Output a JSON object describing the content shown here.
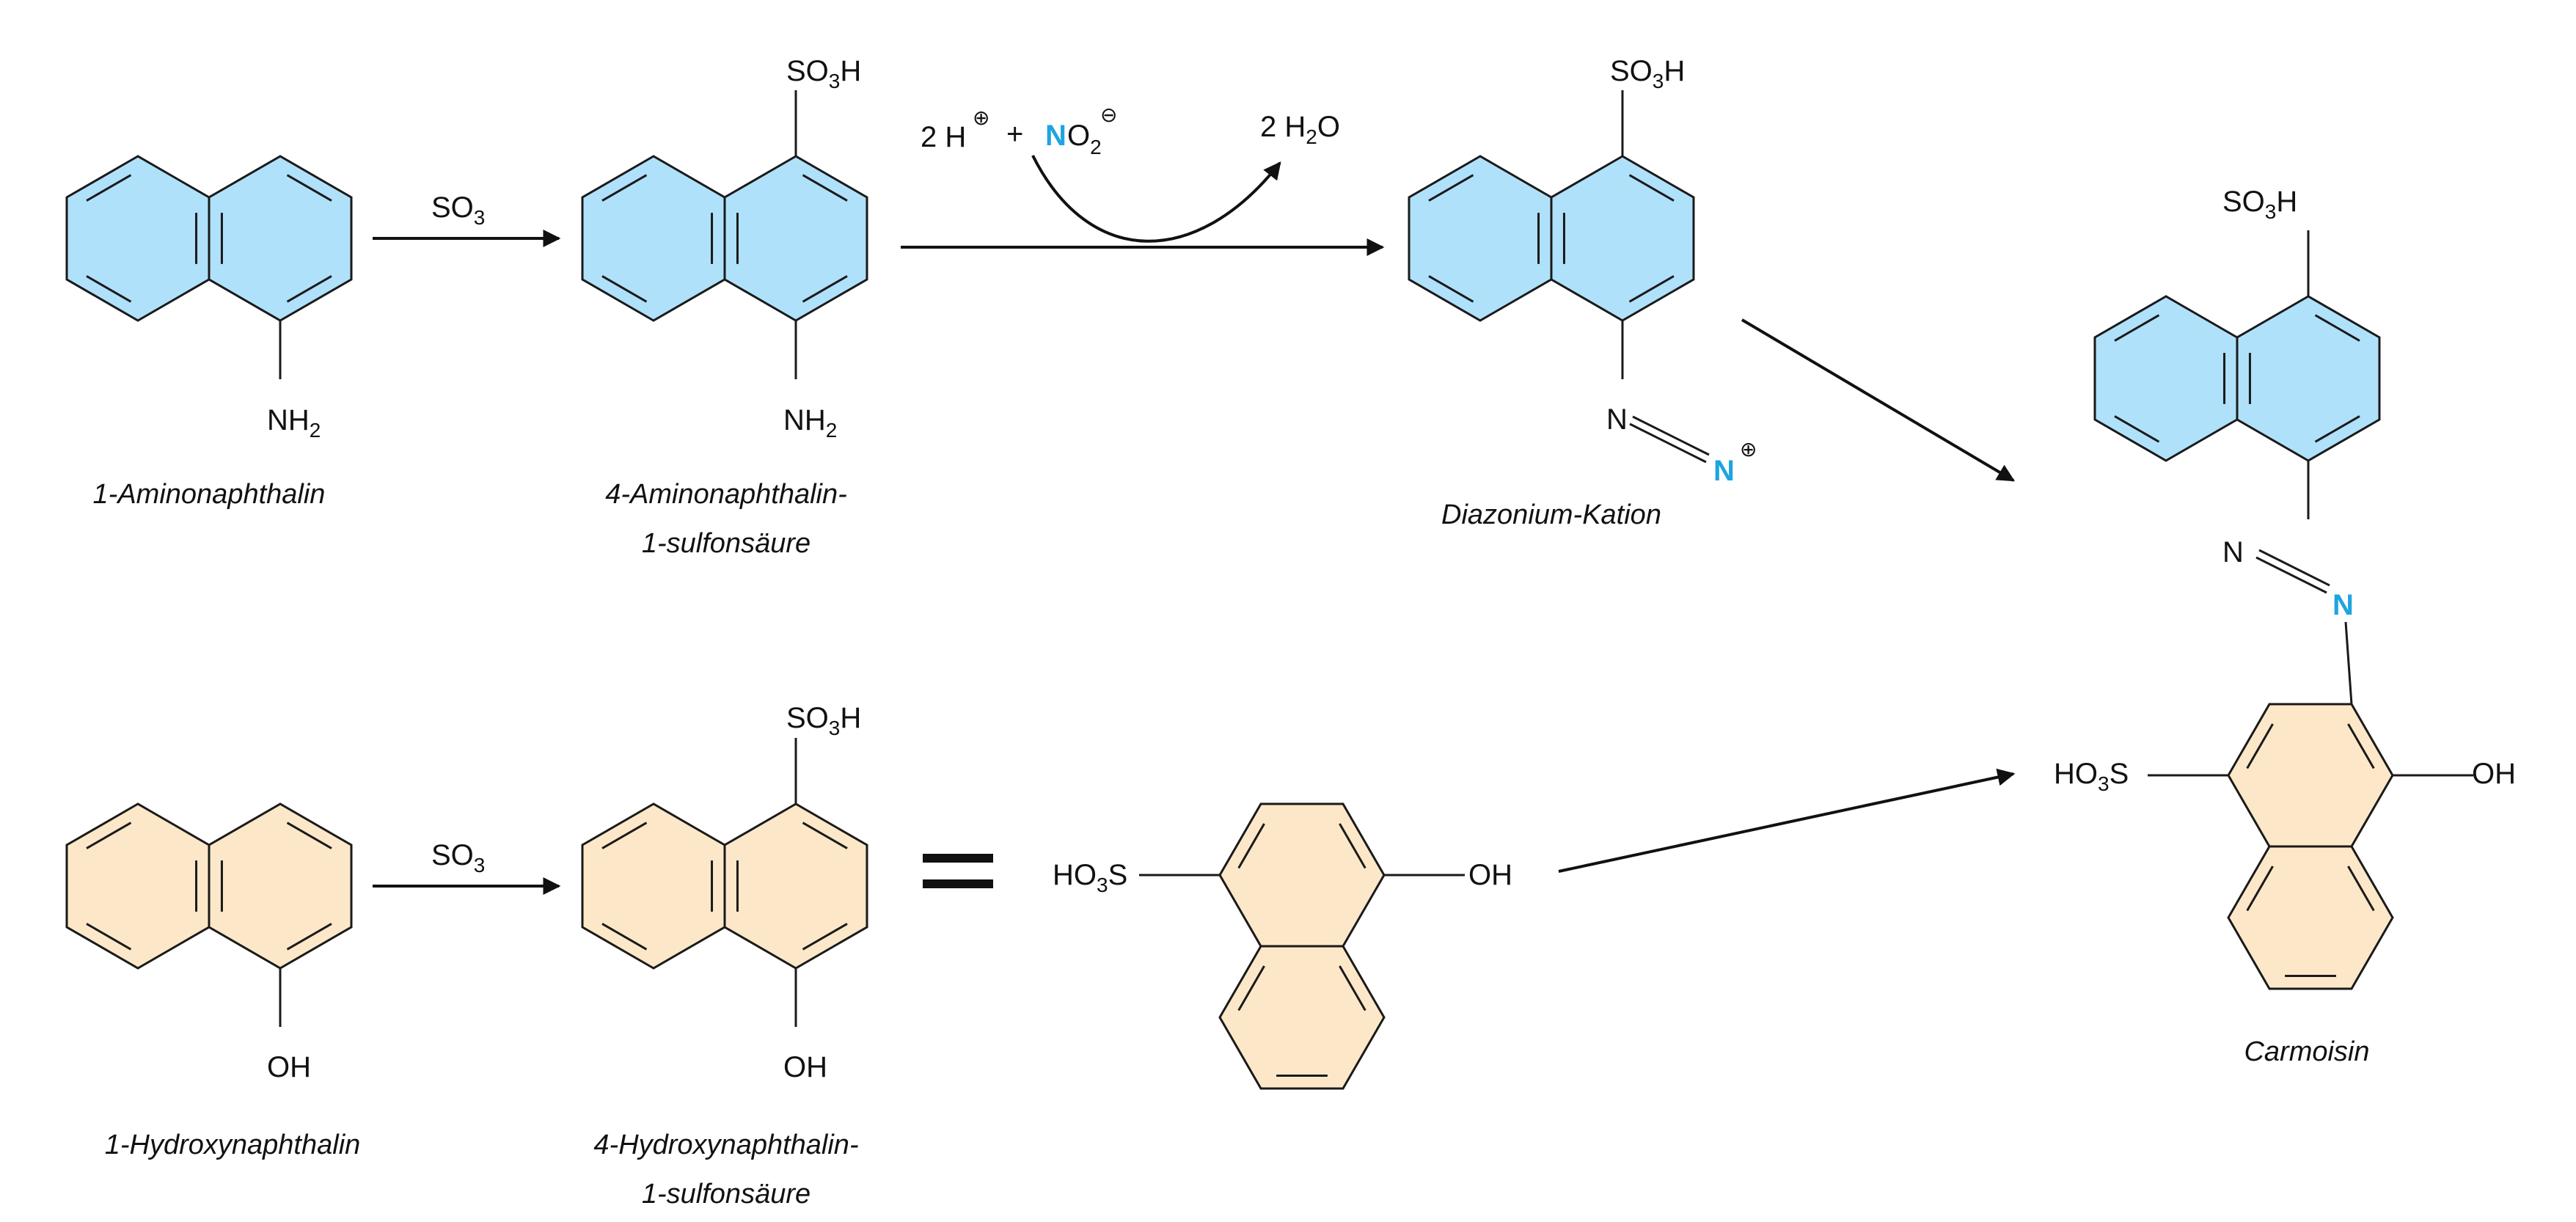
{
  "colors": {
    "amine_ring_fill": "#b0e1fb",
    "hydroxy_ring_fill": "#fce8c8",
    "bond": "#1a1a1a",
    "highlight_n": "#1ea4e0"
  },
  "compounds": {
    "aminonaphthalin": {
      "name": "1-Aminonaphthalin",
      "substituent": "NH",
      "sub": "2"
    },
    "aminosulfon": {
      "name_line1": "4-Aminonaphthalin-",
      "name_line2": "1-sulfonsäure",
      "top_pre": "SO",
      "top_sub": "3",
      "top_post": "H",
      "bottom": "NH",
      "bottom_sub": "2"
    },
    "diazonium": {
      "name": "Diazonium-Kation",
      "top_pre": "SO",
      "top_sub": "3",
      "top_post": "H",
      "n1": "N",
      "n2": "N",
      "charge": "⊕"
    },
    "hydroxynaphthalin": {
      "name": "1-Hydroxynaphthalin",
      "substituent": "OH"
    },
    "hydroxysulfon": {
      "name_line1": "4-Hydroxynaphthalin-",
      "name_line2": "1-sulfonsäure",
      "top_pre": "SO",
      "top_sub": "3",
      "top_post": "H",
      "bottom": "OH"
    },
    "hydroxy_rotated": {
      "left_pre": "HO",
      "left_sub": "3",
      "left_post": "S",
      "right": "OH"
    },
    "carmoisin": {
      "name": "Carmoisin",
      "top_pre": "SO",
      "top_sub": "3",
      "top_post": "H",
      "n1": "N",
      "n2": "N",
      "left_pre": "HO",
      "left_sub": "3",
      "left_post": "S",
      "right": "OH"
    }
  },
  "reagents": {
    "sulfonation_top": {
      "pre": "SO",
      "sub": "3"
    },
    "sulfonation_bottom": {
      "pre": "SO",
      "sub": "3"
    },
    "diazotization": {
      "h_count": "2 H",
      "h_charge": "⊕",
      "plus": "+",
      "nitrite_n": "N",
      "nitrite_o": "O",
      "nitrite_sub": "2",
      "nitrite_charge": "⊖"
    },
    "byproduct": {
      "pre": "2 H",
      "sub": "2",
      "post": "O"
    }
  },
  "equals_sign": "="
}
